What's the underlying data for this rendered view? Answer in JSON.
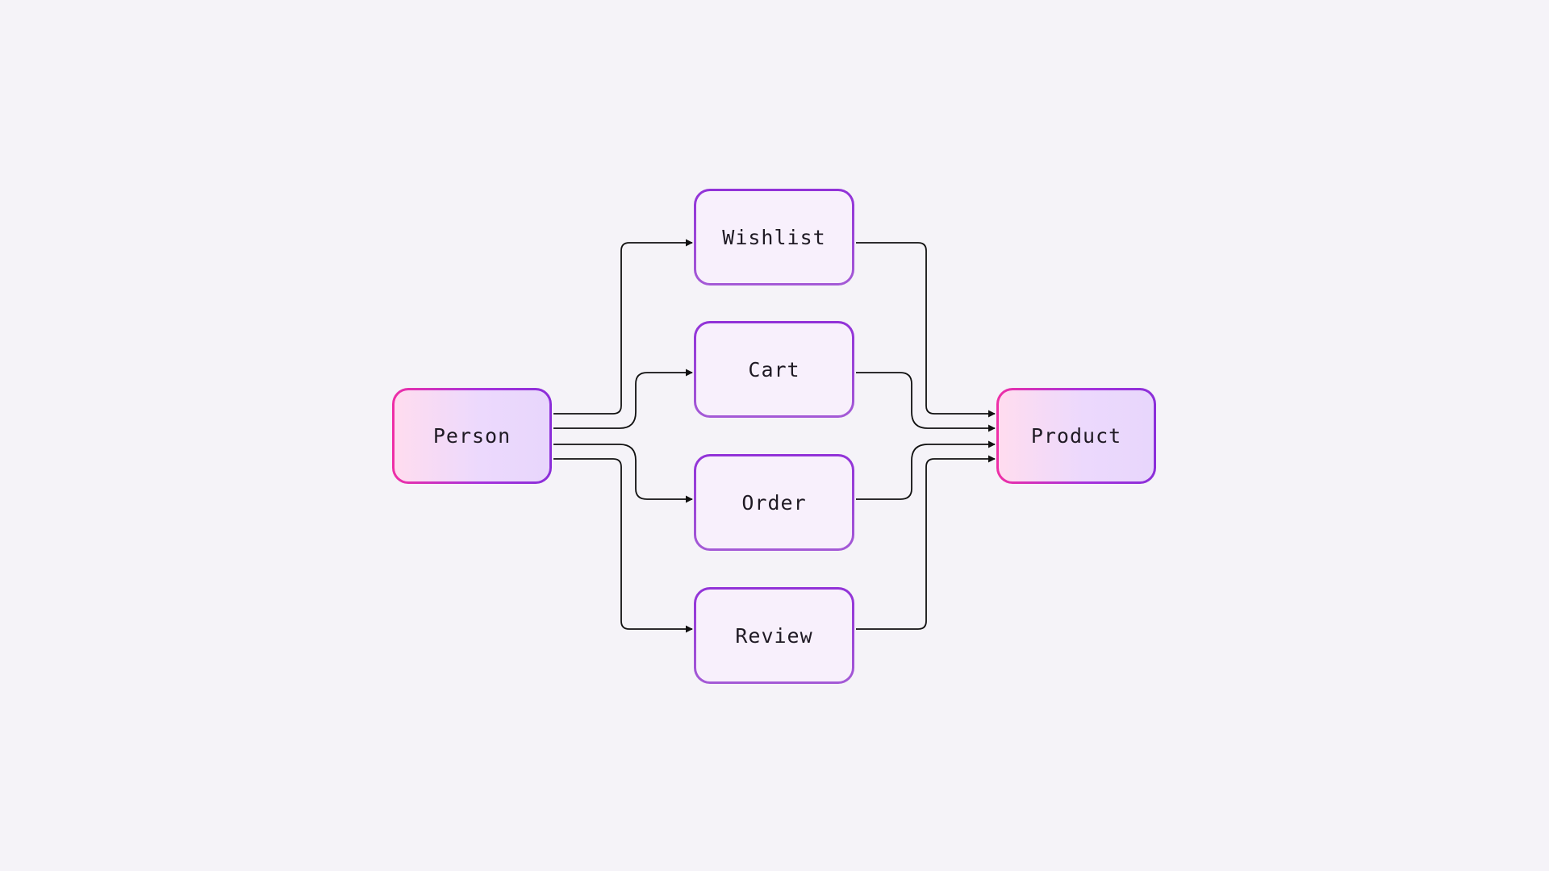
{
  "diagram": {
    "nodes": {
      "person": "Person",
      "product": "Product",
      "wishlist": "Wishlist",
      "cart": "Cart",
      "order": "Order",
      "review": "Review"
    },
    "edges": [
      {
        "from": "Person",
        "to": "Wishlist"
      },
      {
        "from": "Person",
        "to": "Cart"
      },
      {
        "from": "Person",
        "to": "Order"
      },
      {
        "from": "Person",
        "to": "Review"
      },
      {
        "from": "Wishlist",
        "to": "Product"
      },
      {
        "from": "Cart",
        "to": "Product"
      },
      {
        "from": "Order",
        "to": "Product"
      },
      {
        "from": "Review",
        "to": "Product"
      }
    ],
    "colors": {
      "background": "#f5f3f8",
      "entity_border_start": "#ef2fa6",
      "entity_border_end": "#8b2ed9",
      "join_border": "#9232d8",
      "join_fill": "#f8f0fc",
      "edge": "#111111"
    }
  }
}
